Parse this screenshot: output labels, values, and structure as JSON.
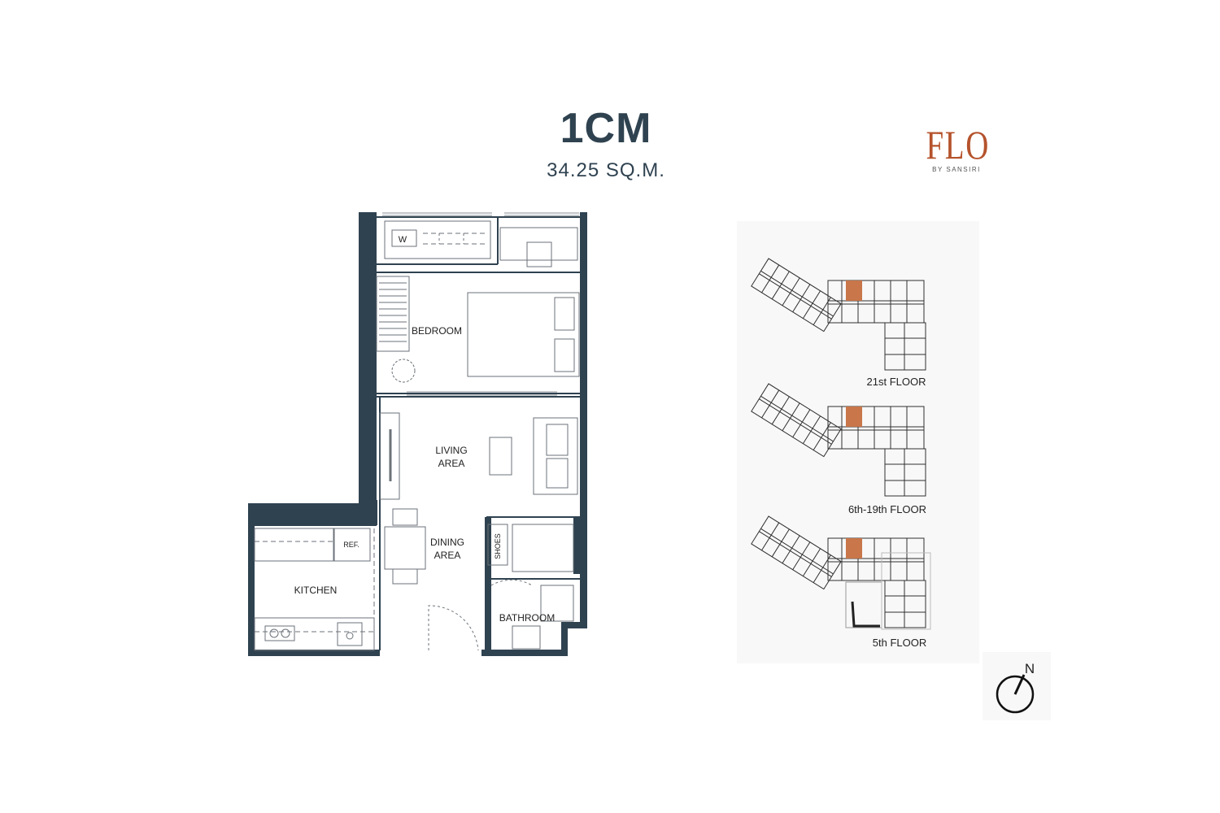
{
  "unit": {
    "code": "1CM",
    "area": "34.25 SQ.M."
  },
  "brand": {
    "name": "FLO",
    "tagline": "BY SANSIRI",
    "color": "#b5532c"
  },
  "rooms": {
    "bedroom": "BEDROOM",
    "living_line1": "LIVING",
    "living_line2": "AREA",
    "dining_line1": "DINING",
    "dining_line2": "AREA",
    "kitchen": "KITCHEN",
    "bathroom": "BATHROOM",
    "shoes": "SHOES",
    "ref": "REF.",
    "washer": "W"
  },
  "key_plans": [
    {
      "label": "21st FLOOR"
    },
    {
      "label": "6th-19th FLOOR"
    },
    {
      "label": "5th FLOOR"
    }
  ],
  "compass": {
    "label": "N",
    "icon": "north-arrow-icon"
  },
  "colors": {
    "wall": "#2f4250",
    "highlight": "#c8764a",
    "line": "#8a8f94"
  }
}
